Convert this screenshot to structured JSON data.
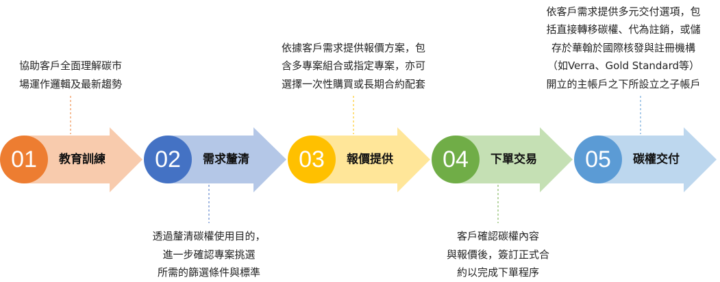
{
  "steps": [
    {
      "num": "01",
      "label": "教育訓練",
      "circle": "#ED7D31",
      "body": "#F8CBAD",
      "note_position": "top",
      "note": [
        "協助客戶全面理解碳市",
        "場運作邏輯及最新趨勢"
      ]
    },
    {
      "num": "02",
      "label": "需求釐清",
      "circle": "#4472C4",
      "body": "#B4C7E7",
      "note_position": "bottom",
      "note": [
        "透過釐清碳權使用目的，",
        "進一步確認專案挑選",
        "所需的篩選條件與標準"
      ]
    },
    {
      "num": "03",
      "label": "報價提供",
      "circle": "#FFC000",
      "body": "#FFE699",
      "note_position": "top",
      "note": [
        "依據客戶需求提供報價方案，包",
        "含多專案組合或指定專案，亦可",
        "選擇一次性購買或長期合約配套"
      ]
    },
    {
      "num": "04",
      "label": "下單交易",
      "circle": "#70AD47",
      "body": "#C5E0B4",
      "note_position": "bottom",
      "note": [
        "客戶確認碳權內容",
        "與報價後，簽訂正式合",
        "約以完成下單程序"
      ]
    },
    {
      "num": "05",
      "label": "碳權交付",
      "circle": "#5B9BD5",
      "body": "#BDD7EE",
      "note_position": "top",
      "note": [
        "依客戶需求提供多元交付選項，包",
        "括直接轉移碳權、代為註銷，或儲",
        "存於華翰於國際核發與註冊機構",
        "（如Verra、Gold Standard等）",
        "開立的主帳戶之下所設立之子帳戶"
      ]
    }
  ]
}
